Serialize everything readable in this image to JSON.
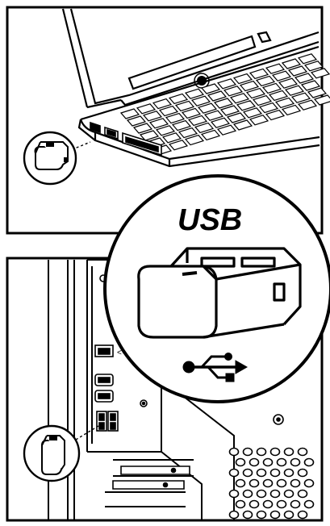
{
  "callout": {
    "label": "USB",
    "icon": "usb-trident-icon"
  },
  "panels": {
    "top": {
      "subject": "laptop-with-usb-receiver"
    },
    "bottom": {
      "subject": "desktop-tower-with-usb-receiver"
    }
  },
  "colors": {
    "line": "#000000",
    "background": "#ffffff"
  }
}
